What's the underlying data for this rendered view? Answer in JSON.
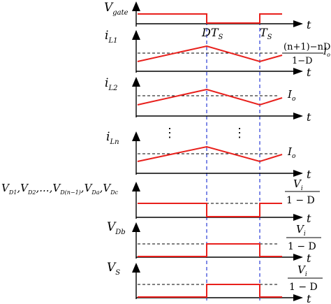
{
  "figure": {
    "axis_time_label": "t",
    "markers": {
      "dts": {
        "main": "DT",
        "sub": "S"
      },
      "ts": {
        "main": "T",
        "sub": "S"
      }
    },
    "colors": {
      "waveform": "#e8201c",
      "axis": "#000000",
      "guide": "#2a3bd6",
      "reference": "#000000"
    },
    "waveforms": [
      {
        "id": "vgate",
        "label_main": "V",
        "label_sub": "gate"
      },
      {
        "id": "il1",
        "label_main": "i",
        "label_sub": "L1"
      },
      {
        "id": "il2",
        "label_main": "i",
        "label_sub": "L2"
      },
      {
        "id": "iln",
        "label_main": "i",
        "label_sub": "Ln"
      },
      {
        "id": "vd",
        "label_text": "V_D1,V_D2,...,V_D(n-1),V_Da,V_Dc"
      },
      {
        "id": "vdb",
        "label_main": "V",
        "label_sub": "Db"
      },
      {
        "id": "vs",
        "label_main": "V",
        "label_sub": "S"
      }
    ],
    "annotations": {
      "il1_ref_num": "(n+1)−nD",
      "il1_ref_den": "1−D",
      "il1_ref_mult": "I",
      "il1_ref_mult_sub": "o",
      "io_main": "I",
      "io_sub": "o",
      "vi_num_main": "V",
      "vi_num_sub": "i",
      "vi_den": "1 − D",
      "vd_parts": [
        {
          "main": "V",
          "sub": "D1"
        },
        {
          "main": "V",
          "sub": "D2"
        },
        {
          "main": "V",
          "sub": "D(n−1)"
        },
        {
          "main": "V",
          "sub": "Da"
        },
        {
          "main": "V",
          "sub": "Dc"
        }
      ],
      "vd_sep": ",",
      "vd_ellipsis": ",...,",
      "dots": "⋮"
    }
  }
}
